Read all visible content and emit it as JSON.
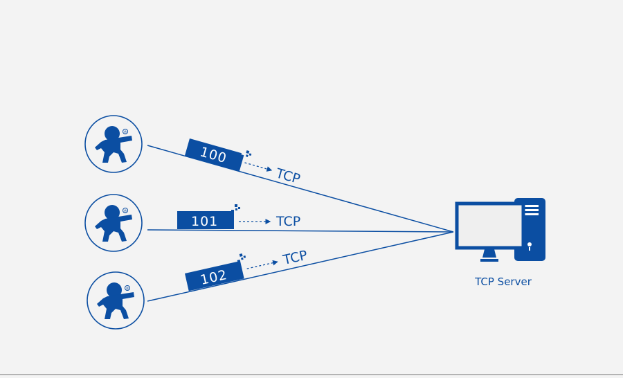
{
  "colors": {
    "primary": "#0b4ea2",
    "background": "#f3f3f3",
    "screen": "#efefef"
  },
  "clients": [
    {
      "id": "client-1",
      "icon": "mascot-logo-icon",
      "registered_mark": "®"
    },
    {
      "id": "client-2",
      "icon": "mascot-logo-icon",
      "registered_mark": "®"
    },
    {
      "id": "client-3",
      "icon": "mascot-logo-icon",
      "registered_mark": "®"
    }
  ],
  "packets": [
    {
      "label": "100",
      "protocol": "TCP"
    },
    {
      "label": "101",
      "protocol": "TCP"
    },
    {
      "label": "102",
      "protocol": "TCP"
    }
  ],
  "server": {
    "label": "TCP Server",
    "icon": "desktop-computer-icon"
  }
}
